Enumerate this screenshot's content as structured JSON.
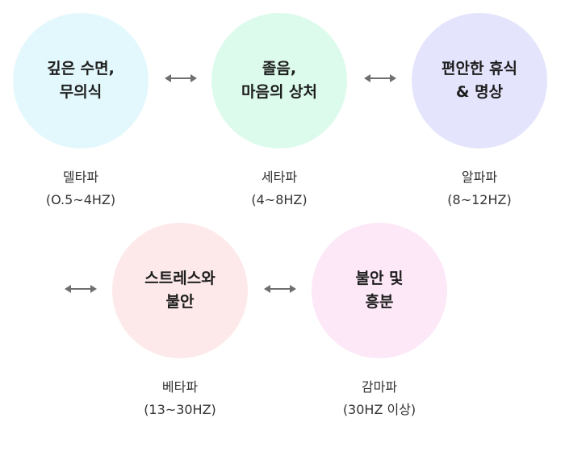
{
  "colors": {
    "arrow": "#6f6f6f",
    "delta": "#e3f8fc",
    "theta": "#dcfbec",
    "alpha": "#e4e4fd",
    "beta": "#fde9ea",
    "gamma": "#fde8f8"
  },
  "waves": [
    {
      "circle_text": "깊은 수면,\n무의식",
      "name": "델타파",
      "range": "(O.5~4HZ)"
    },
    {
      "circle_text": "졸음,\n마음의 상처",
      "name": "세타파",
      "range": "(4~8HZ)"
    },
    {
      "circle_text": "편안한 휴식\n& 명상",
      "name": "알파파",
      "range": "(8~12HZ)"
    },
    {
      "circle_text": "스트레스와\n불안",
      "name": "베타파",
      "range": "(13~30HZ)"
    },
    {
      "circle_text": "불안 및\n흥분",
      "name": "감마파",
      "range": "(30HZ 이상)"
    }
  ]
}
